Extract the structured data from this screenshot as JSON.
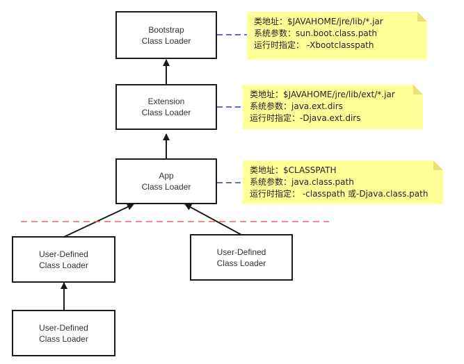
{
  "colors": {
    "note_fill": "#FFFF99",
    "note_fold": "#E8E07A",
    "note_link": "#3333CC",
    "separator": "#E06666",
    "box_border": "#1A1A1A"
  },
  "nodes": {
    "bootstrap": {
      "line1": "Bootstrap",
      "line2": "Class Loader"
    },
    "extension": {
      "line1": "Extension",
      "line2": "Class Loader"
    },
    "app": {
      "line1": "App",
      "line2": "Class Loader"
    },
    "user_left": {
      "line1": "User-Defined",
      "line2": "Class Loader"
    },
    "user_right": {
      "line1": "User-Defined",
      "line2": "Class Loader"
    },
    "user_bottom": {
      "line1": "User-Defined",
      "line2": "Class Loader"
    }
  },
  "notes": {
    "bootstrap": {
      "lines": [
        "类地址：$JAVAHOME/jre/lib/*.jar",
        "系统参数：sun.boot.class.path",
        "运行时指定： -Xbootclasspath"
      ]
    },
    "extension": {
      "lines": [
        "类地址：$JAVAHOME/jre/lib/ext/*.jar",
        "系统参数：java.ext.dirs",
        "运行时指定：-Djava.ext.dirs"
      ]
    },
    "app": {
      "lines": [
        "类地址：$CLASSPATH",
        "系统参数：java.class.path",
        "运行时指定： -classpath 或-Djava.class.path"
      ]
    }
  }
}
